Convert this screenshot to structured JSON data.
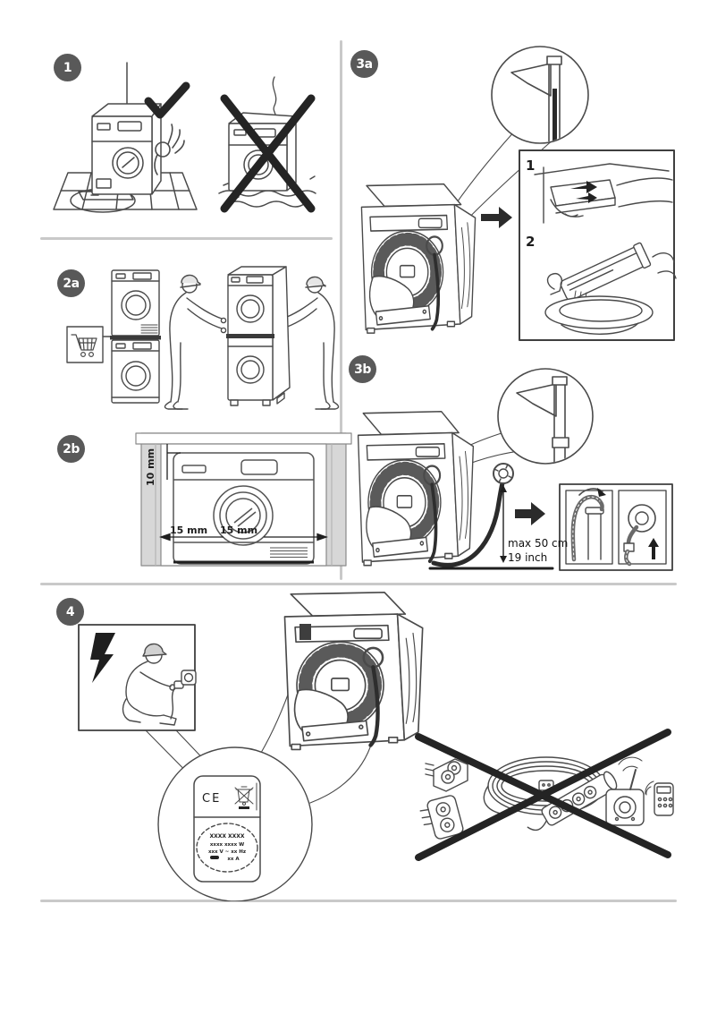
{
  "badges": {
    "step1": "1",
    "step2a": "2a",
    "step2b": "2b",
    "step3a": "3a",
    "step3b": "3b",
    "step4": "4"
  },
  "step2b": {
    "top_clearance": "10 mm",
    "left_clearance": "15 mm",
    "right_clearance": "15 mm"
  },
  "step3a": {
    "substep1": "1",
    "substep2": "2"
  },
  "step3b": {
    "max_height": "max 50 cm",
    "max_height_alt": "19 inch"
  },
  "step4": {
    "rating_plate": {
      "ce_mark": "CE",
      "model_line": "XXXX XXXX",
      "power_line": "xxxx xxxx W",
      "voltage_line": "xxx V ~ xx Hz",
      "current_line": "xx A"
    }
  },
  "colors": {
    "badge": "#595959",
    "divider": "#c9c9c9",
    "ink": "#474747",
    "accent_dark": "#242424",
    "niche_gray": "#d7d7d7"
  },
  "icons": [
    "check-icon",
    "cross-icon",
    "ok-hand-icon",
    "cart-icon",
    "lightning-icon",
    "ce-mark",
    "weee-bin-icon",
    "arrow-right-icon",
    "arrow-up-icon",
    "curved-arrow-icon",
    "magnifier-circle",
    "no-adapters-cross-icon"
  ]
}
